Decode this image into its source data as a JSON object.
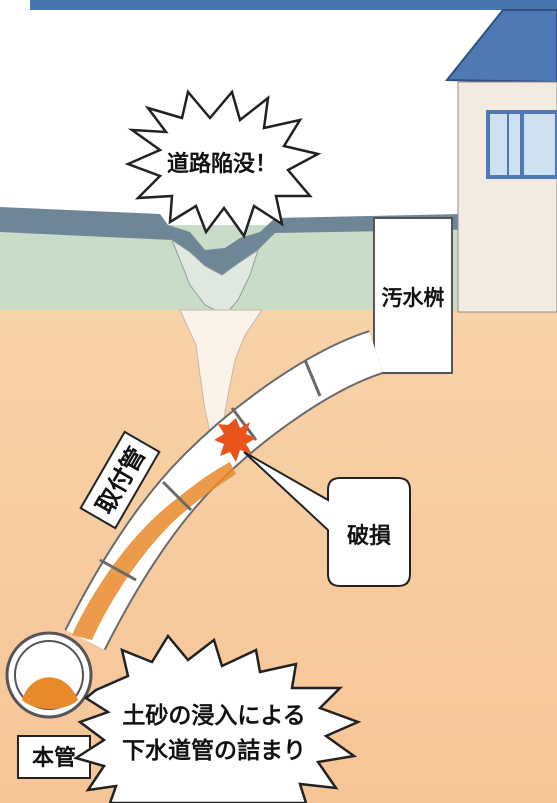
{
  "labels": {
    "road_collapse": "道路陥没！",
    "sewage_basin": "汚水桝",
    "lateral_pipe": "取付管",
    "damage": "破損",
    "main_pipe": "本管",
    "clog_line1": "土砂の浸入による",
    "clog_line2": "下水道管の詰まり"
  },
  "colors": {
    "soil": "#f6c79a",
    "soil_light": "#f9d8b4",
    "road_surface": "#6f8697",
    "road_base": "#c9dcc8",
    "sediment": "#e98a2a",
    "house_roof": "#4f79b5",
    "house_wall": "#f3ebe0",
    "top_bar": "#4a76b0"
  },
  "icons": [
    "burst-callout-shape",
    "house-shape",
    "pipe-shape",
    "crack-shape"
  ]
}
